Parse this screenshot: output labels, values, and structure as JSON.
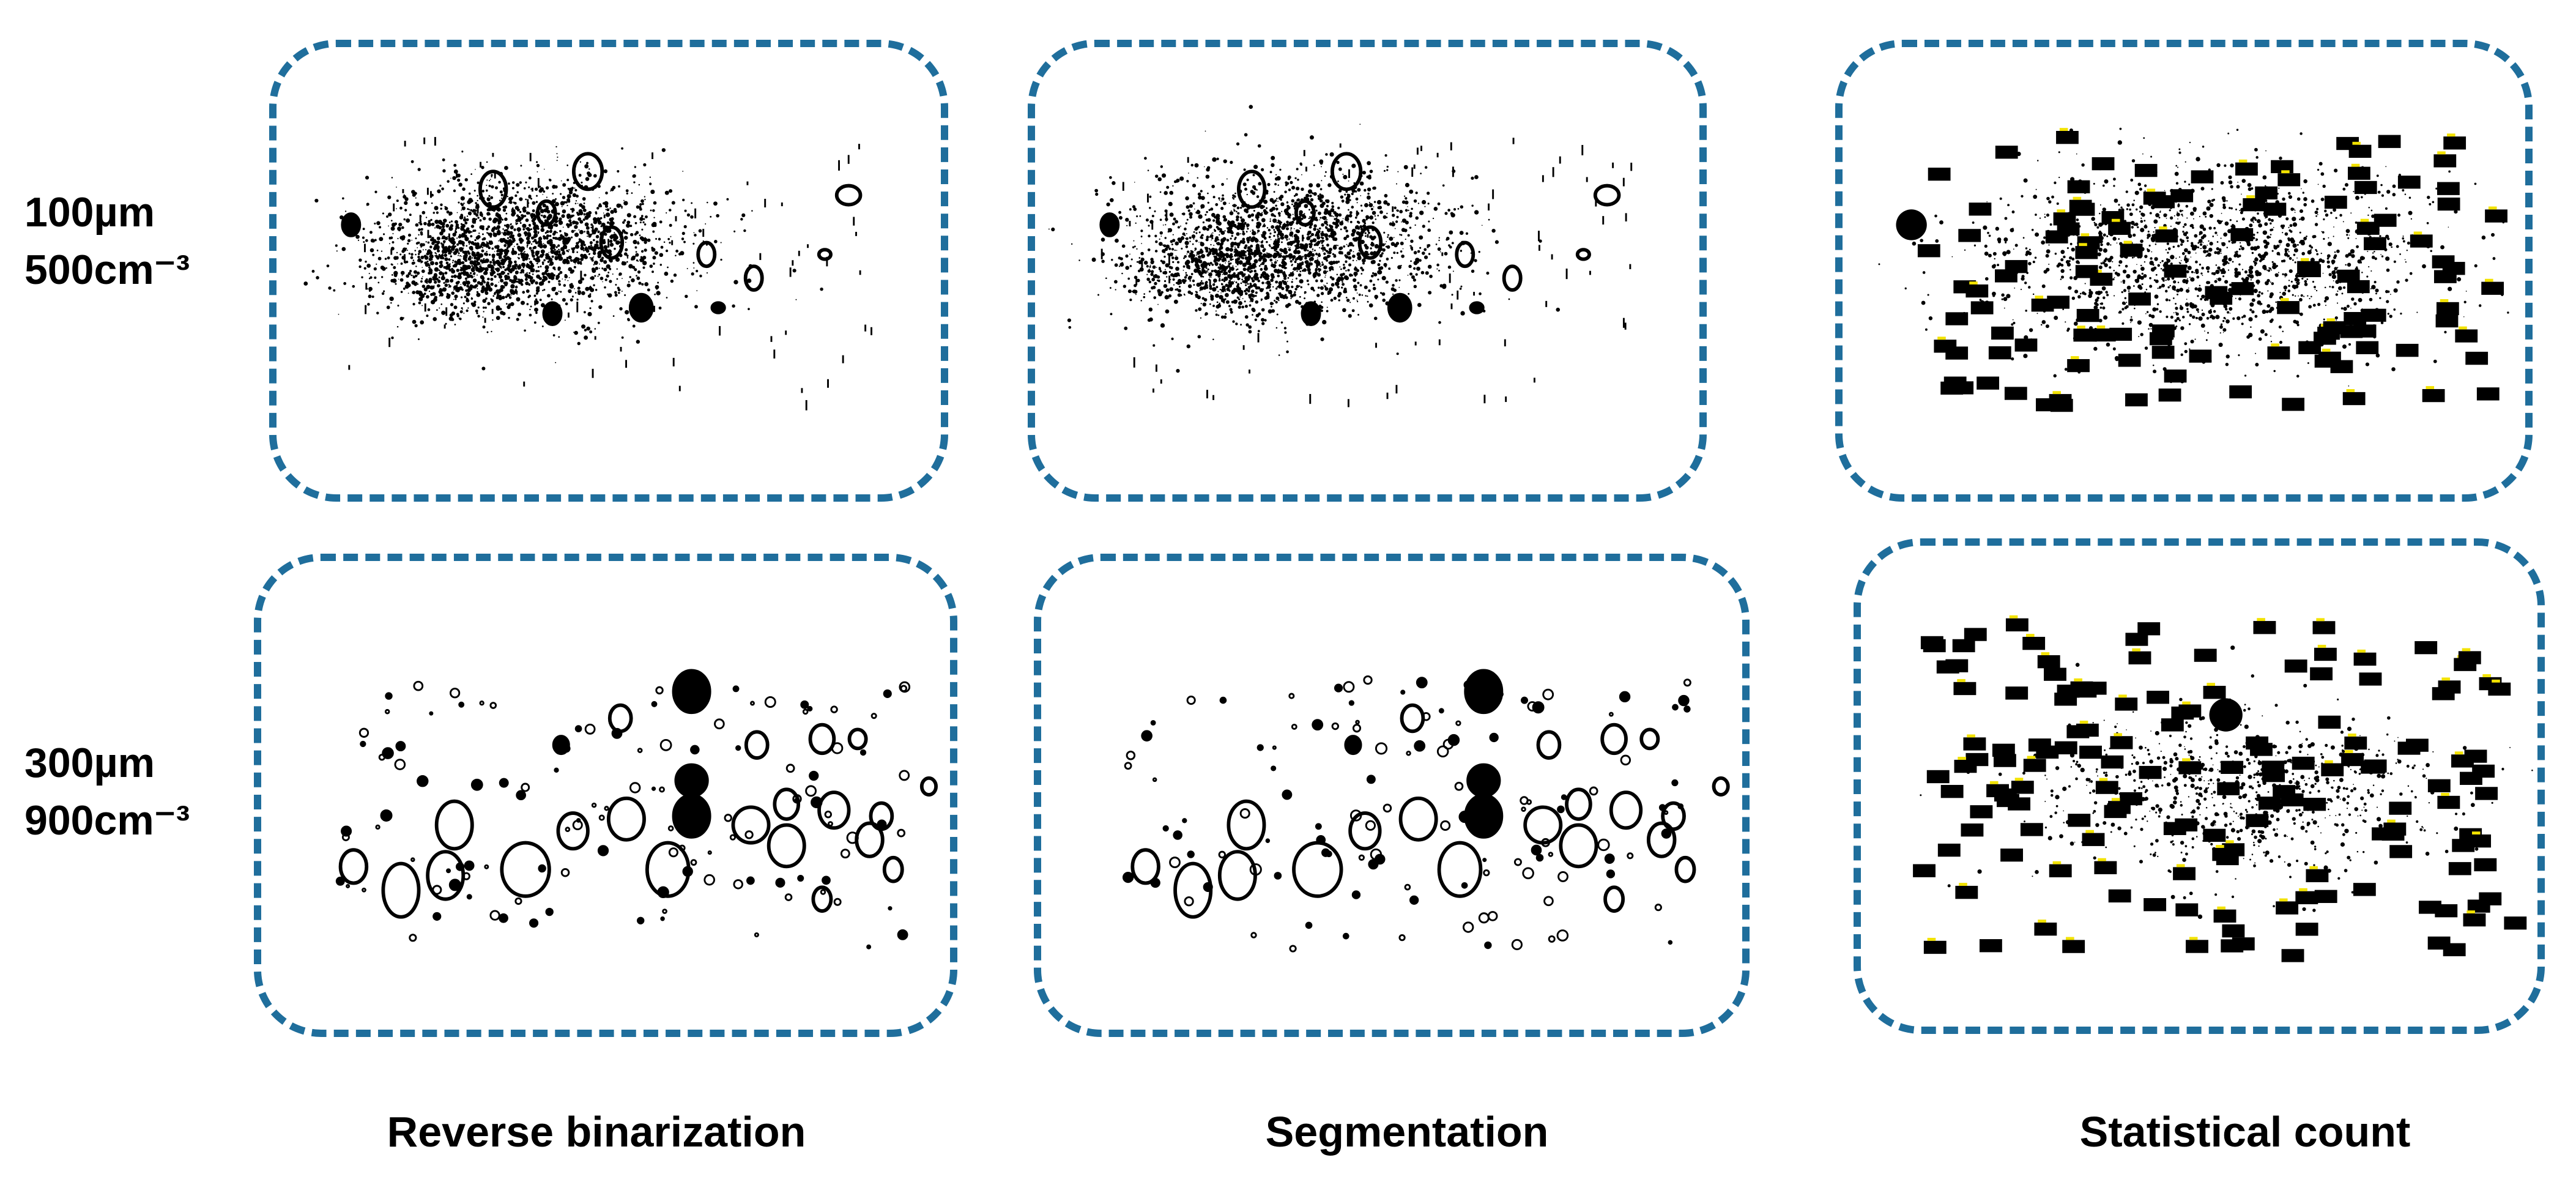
{
  "rows": [
    {
      "line1": "100µm",
      "line2": "500cm⁻³"
    },
    {
      "line1": "300µm",
      "line2": "900cm⁻³"
    }
  ],
  "columns": [
    {
      "label": "Reverse binarization"
    },
    {
      "label": "Segmentation"
    },
    {
      "label": "Statistical count"
    }
  ],
  "colors": {
    "border": "#1f6e9c",
    "ink": "#000000",
    "highlight": "#f2e200"
  }
}
